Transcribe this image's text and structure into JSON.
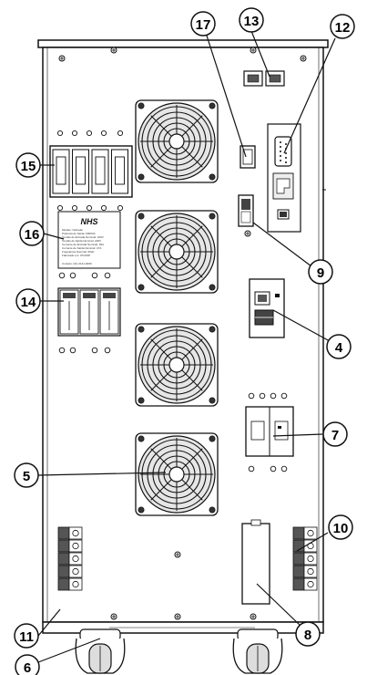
{
  "label": {
    "brand": "NHS",
    "lines": [
      "Modelo: Nobreak",
      "Potência de Saída: 6000VA",
      "Tensão de Entrada Nominal: 220V",
      "Tensão de Saída Nominal: 220V",
      "Corrente de Entrada Nominal: 30A",
      "Corrente de Saída Nominal: 27A",
      "Frequência Nominal: 60Hz",
      "Fabricado em: 07/2018"
    ],
    "footer": "Contato: (41) 2141-9200"
  },
  "callouts": [
    {
      "number": "4"
    },
    {
      "number": "5"
    },
    {
      "number": "6"
    },
    {
      "number": "7"
    },
    {
      "number": "8"
    },
    {
      "number": "9"
    },
    {
      "number": "10"
    },
    {
      "number": "11"
    },
    {
      "number": "12"
    },
    {
      "number": "13"
    },
    {
      "number": "14"
    },
    {
      "number": "15"
    },
    {
      "number": "16"
    },
    {
      "number": "17"
    }
  ],
  "colors": {
    "stroke": "#111111",
    "panel": "#ffffff",
    "shade": "#d9d9d9",
    "dark": "#444444"
  }
}
